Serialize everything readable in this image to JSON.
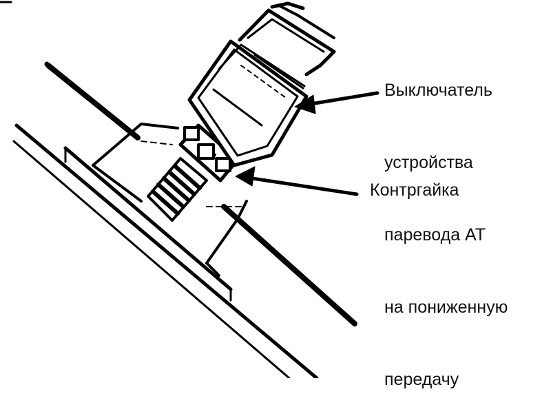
{
  "labels": {
    "switch": {
      "lines": [
        "Выключатель",
        "устройства",
        "паревода АТ",
        "на пониженную",
        "передачу"
      ]
    },
    "locknut": "Контргайка"
  }
}
